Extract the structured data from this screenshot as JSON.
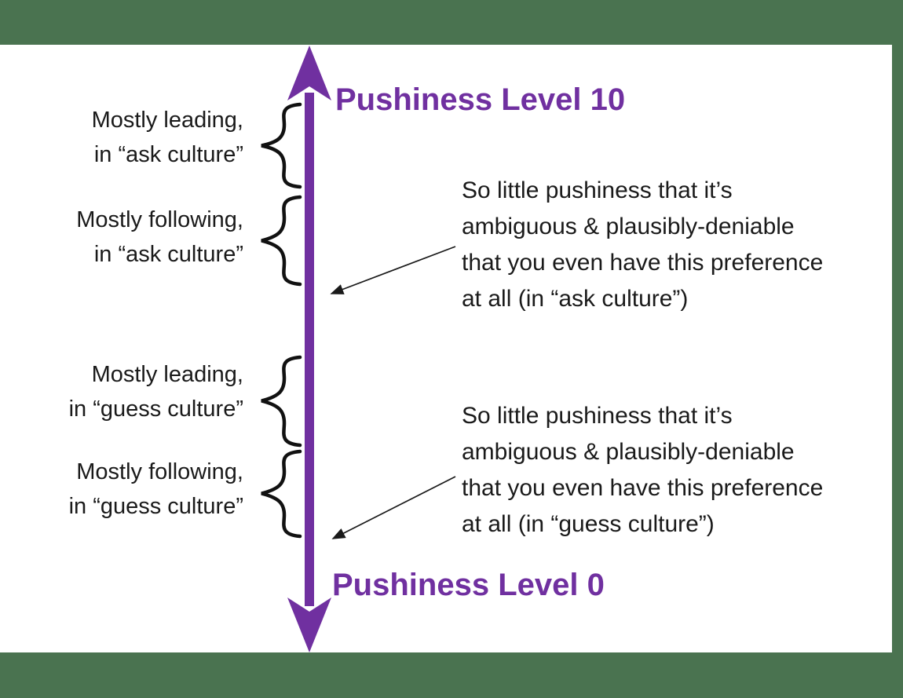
{
  "colors": {
    "frame_green": "#4a7350",
    "slide_white": "#ffffff",
    "purple": "#7030A0",
    "ink": "#1a1a1a"
  },
  "axis": {
    "top_label": "Pushiness Level 10",
    "bottom_label": "Pushiness Level 0",
    "arrow_icon": "double-headed-vertical-arrow"
  },
  "left_labels": [
    {
      "brace_icon": "curly-brace",
      "lines": [
        "Mostly leading,",
        "in “ask culture”"
      ]
    },
    {
      "brace_icon": "curly-brace",
      "lines": [
        "Mostly following,",
        "in “ask culture”"
      ]
    },
    {
      "brace_icon": "curly-brace",
      "lines": [
        "Mostly leading,",
        "in “guess culture”"
      ]
    },
    {
      "brace_icon": "curly-brace",
      "lines": [
        "Mostly following,",
        "in “guess culture”"
      ]
    }
  ],
  "annotations": [
    {
      "arrow_icon": "thin-black-arrow",
      "lines": [
        "So little pushiness that it’s",
        "ambiguous & plausibly-deniable",
        "that you even have this preference",
        "at all (in “ask culture”)"
      ]
    },
    {
      "arrow_icon": "thin-black-arrow",
      "lines": [
        "So little pushiness that it’s",
        "ambiguous & plausibly-deniable",
        "that you even have this preference",
        "at all (in “guess culture”)"
      ]
    }
  ]
}
